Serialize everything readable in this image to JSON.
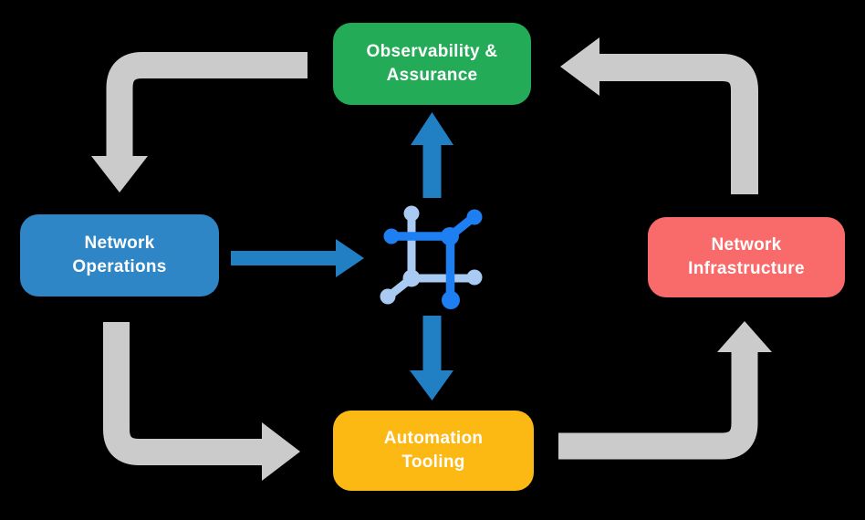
{
  "background": "#000000",
  "nodes": {
    "observability": {
      "lines": [
        "Observability &",
        "Assurance"
      ],
      "color": "#23AB57"
    },
    "operations": {
      "lines": [
        "Network",
        "Operations"
      ],
      "color": "#2E86C6"
    },
    "infrastructure": {
      "lines": [
        "Network",
        "Infrastructure"
      ],
      "color": "#F96A6A"
    },
    "automation": {
      "lines": [
        "Automation",
        "Tooling"
      ],
      "color": "#FCB813"
    }
  },
  "center_icon": {
    "name": "network-node-icon",
    "primary_color": "#1E7FF2",
    "secondary_color": "#A9CBF3"
  },
  "arrows": {
    "cycle_color": "#CBCBCB",
    "flow_color": "#2180C4",
    "cycle": [
      "observability-to-operations",
      "infrastructure-to-observability",
      "operations-to-automation",
      "automation-to-infrastructure"
    ],
    "flows": [
      "operations-to-center",
      "center-to-observability",
      "center-to-automation"
    ]
  }
}
